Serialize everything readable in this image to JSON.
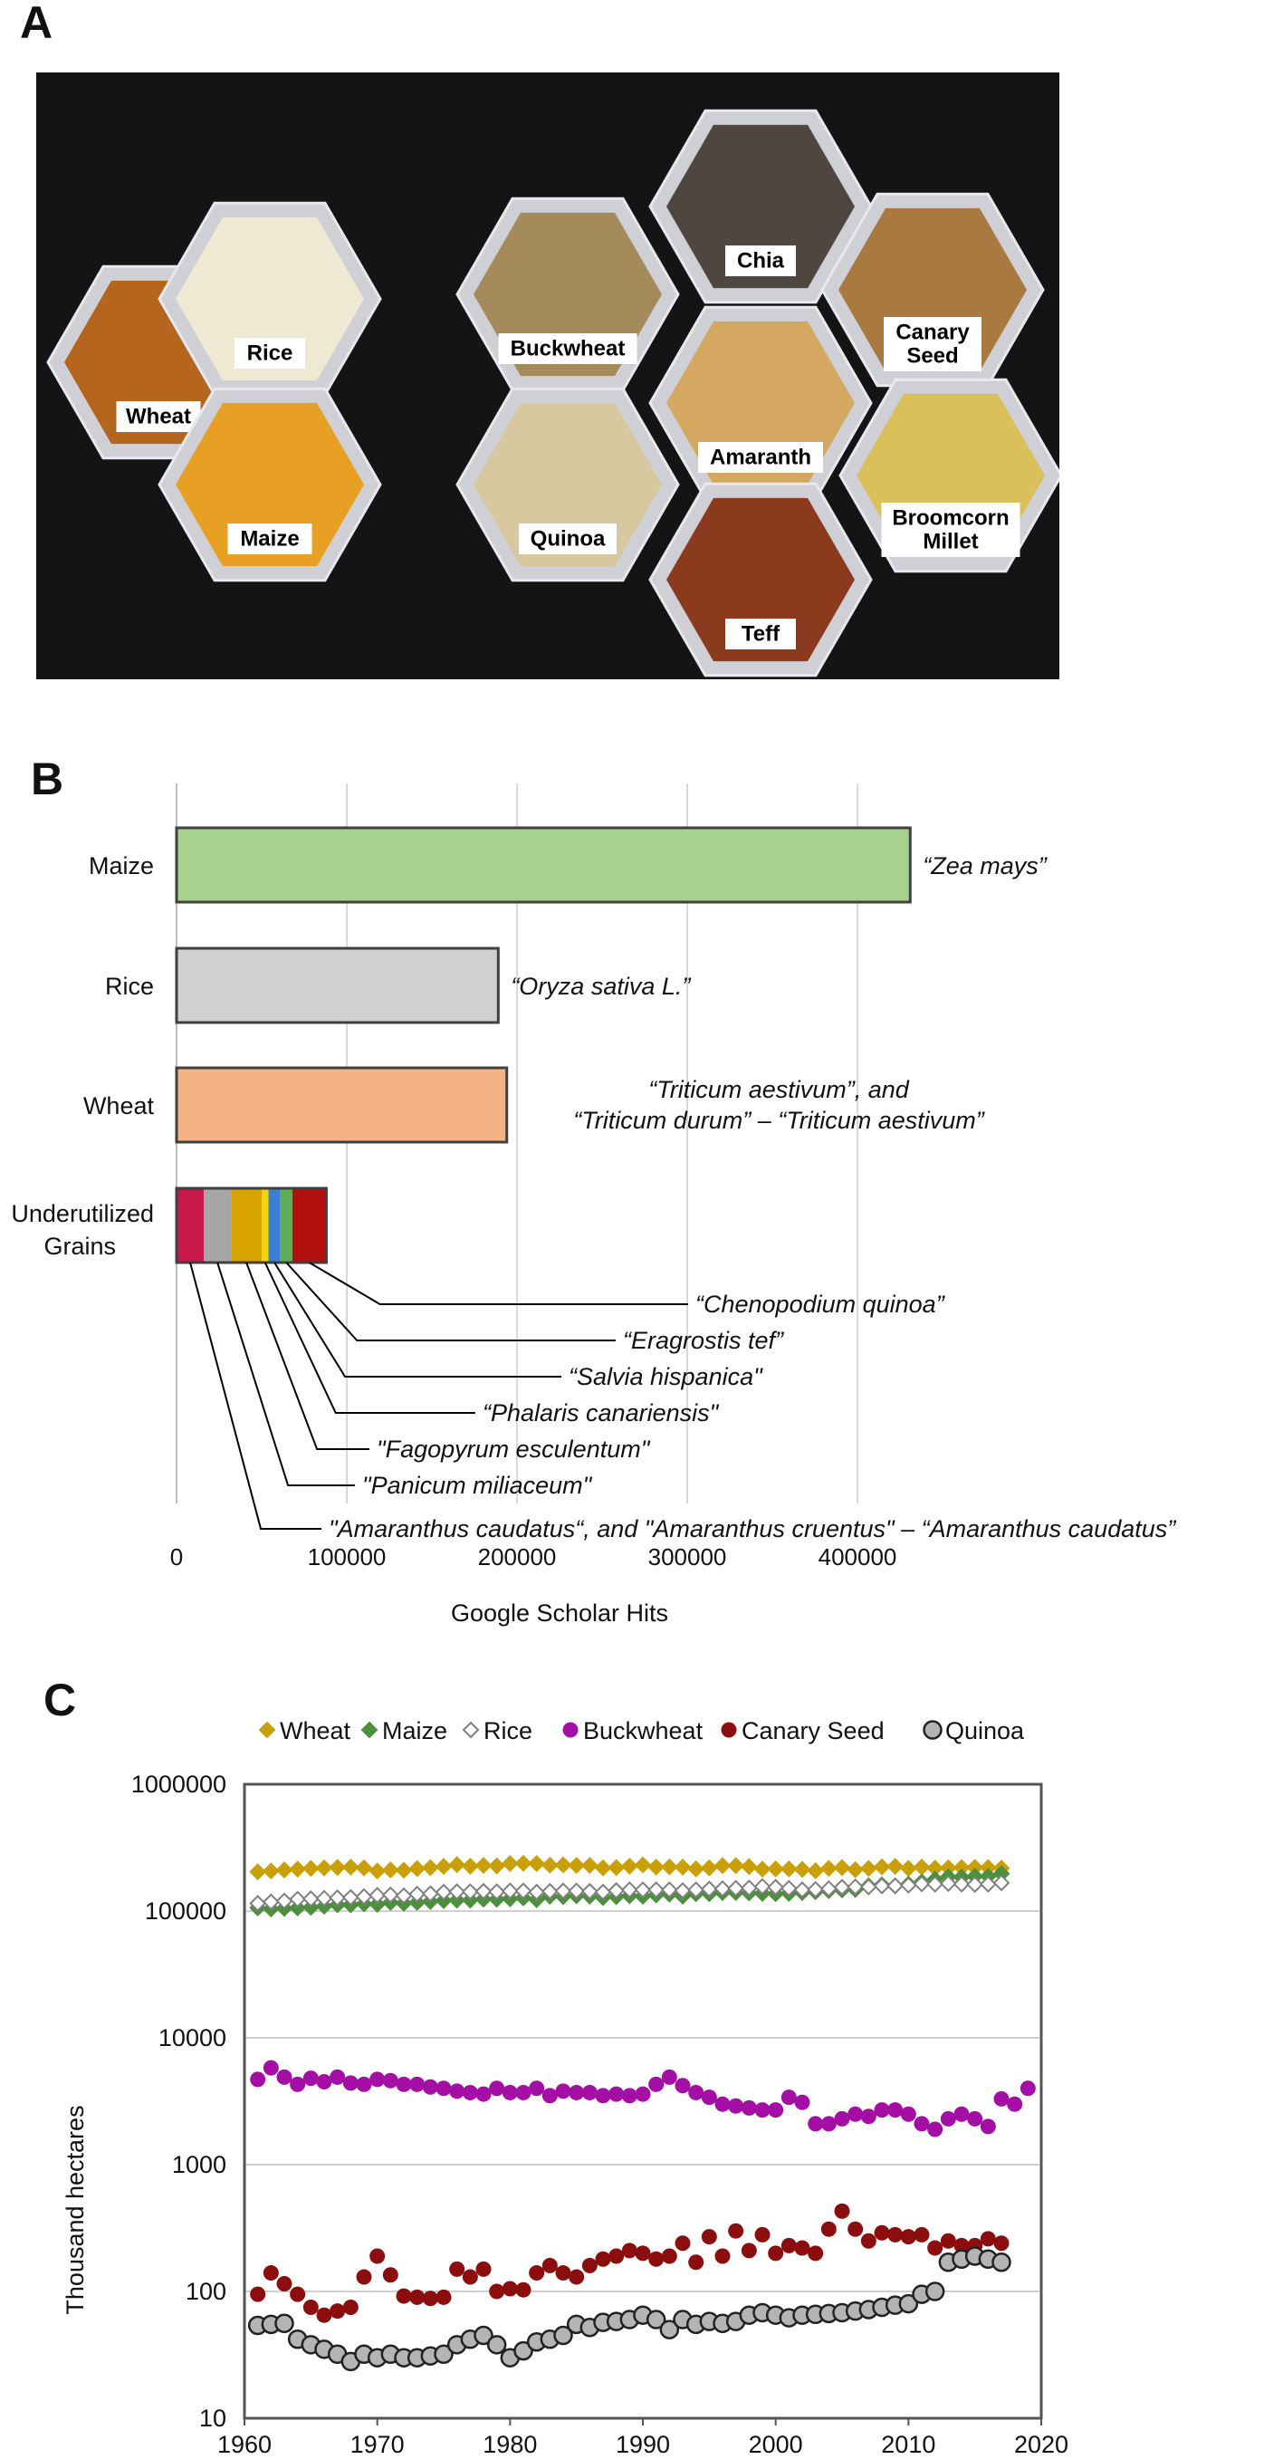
{
  "panels": {
    "a": "A",
    "b": "B",
    "c": "C"
  },
  "photo": {
    "cells": [
      {
        "label": "Wheat",
        "fill": "#b5651d"
      },
      {
        "label": "Rice",
        "fill": "#efe8d2"
      },
      {
        "label": "Maize",
        "fill": "#e7a024"
      },
      {
        "label": "Buckwheat",
        "fill": "#a58a5c"
      },
      {
        "label": "Chia",
        "fill": "#4e463f"
      },
      {
        "label": "Canary Seed",
        "fill": "#a97a3f"
      },
      {
        "label": "Amaranth",
        "fill": "#d4a860"
      },
      {
        "label": "Quinoa",
        "fill": "#d8c8a0"
      },
      {
        "label": "Broomcorn Millet",
        "fill": "#d9c05b"
      },
      {
        "label": "Teff",
        "fill": "#8b3a1e"
      }
    ]
  },
  "chart_data": [
    {
      "type": "bar",
      "orientation": "horizontal",
      "categories": [
        "Maize",
        "Rice",
        "Wheat",
        "Underutilized Grains"
      ],
      "values": [
        431000,
        189000,
        194000,
        88000
      ],
      "colors": [
        "#a9d18e",
        "#d0d0d0",
        "#f4b183",
        null
      ],
      "bar_annotations": [
        "“Zea mays”",
        "“Oryza sativa L.”",
        "“Triticum aestivum”, and\n“Triticum durum” – “Triticum aestivum”",
        ""
      ],
      "stack": {
        "category": "Underutilized Grains",
        "segments": [
          {
            "value": 16000,
            "color": "#c9184a",
            "label": "\"Amaranthus caudatus“, and \"Amaranthus cruentus\" – “Amaranthus caudatus”"
          },
          {
            "value": 16000,
            "color": "#a6a6a6",
            "label": "\"Panicum miliaceum\""
          },
          {
            "value": 18000,
            "color": "#d9a400",
            "label": "\"Fagopyrum esculentum\""
          },
          {
            "value": 4000,
            "color": "#f2d600",
            "label": "“Phalaris canariensis\""
          },
          {
            "value": 7000,
            "color": "#3a7fd5",
            "label": "“Salvia hispanica\""
          },
          {
            "value": 7000,
            "color": "#5fae57",
            "label": "“Eragrostis tef”"
          },
          {
            "value": 20000,
            "color": "#b10e0e",
            "label": "“Chenopodium quinoa”"
          }
        ]
      },
      "xlabel": "Google Scholar Hits",
      "xlim": [
        0,
        450000
      ],
      "xticks": [
        0,
        100000,
        200000,
        300000,
        400000
      ],
      "xtick_labels": [
        "0",
        "100000",
        "200000",
        "300000",
        "400000"
      ],
      "grid": true
    },
    {
      "type": "scatter",
      "ylabel": "Thousand hectares",
      "y_scale": "log",
      "ylim": [
        10,
        1000000
      ],
      "yticks": [
        10,
        100,
        1000,
        10000,
        100000,
        1000000
      ],
      "ytick_labels": [
        "10",
        "100",
        "1000",
        "10000",
        "100000",
        "1000000"
      ],
      "xlim": [
        1960,
        2020
      ],
      "xticks": [
        1960,
        1970,
        1980,
        1990,
        2000,
        2010,
        2020
      ],
      "xtick_labels": [
        "1960",
        "1970",
        "1980",
        "1990",
        "2000",
        "2010",
        "2020"
      ],
      "legend_position": "top",
      "grid": "horizontal",
      "x": [
        1961,
        1962,
        1963,
        1964,
        1965,
        1966,
        1967,
        1968,
        1969,
        1970,
        1971,
        1972,
        1973,
        1974,
        1975,
        1976,
        1977,
        1978,
        1979,
        1980,
        1981,
        1982,
        1983,
        1984,
        1985,
        1986,
        1987,
        1988,
        1989,
        1990,
        1991,
        1992,
        1993,
        1994,
        1995,
        1996,
        1997,
        1998,
        1999,
        2000,
        2001,
        2002,
        2003,
        2004,
        2005,
        2006,
        2007,
        2008,
        2009,
        2010,
        2011,
        2012,
        2013,
        2014,
        2015,
        2016,
        2017
      ],
      "series": [
        {
          "name": "Wheat",
          "marker": "diamond",
          "color": "#c9a00a",
          "values": [
            204000,
            207000,
            211000,
            214000,
            217000,
            219000,
            221000,
            222000,
            219000,
            207000,
            211000,
            210000,
            216000,
            220000,
            225000,
            232000,
            226000,
            229000,
            227000,
            237000,
            238000,
            237000,
            230000,
            231000,
            229000,
            229000,
            219000,
            220000,
            226000,
            231000,
            222000,
            223000,
            222000,
            215000,
            219000,
            228000,
            228000,
            224000,
            214000,
            215000,
            215000,
            213000,
            208000,
            217000,
            220000,
            212000,
            217000,
            223000,
            225000,
            217000,
            222000,
            218000,
            219000,
            220000,
            221000,
            220000,
            218000
          ]
        },
        {
          "name": "Maize",
          "marker": "diamond",
          "color": "#4c8f3c",
          "values": [
            106000,
            104000,
            105000,
            106000,
            107000,
            109000,
            112000,
            112000,
            114000,
            113000,
            117000,
            115000,
            117000,
            119000,
            121000,
            122000,
            122000,
            124000,
            124000,
            125000,
            127000,
            123000,
            131000,
            130000,
            132000,
            131000,
            128000,
            130000,
            132000,
            131000,
            134000,
            136000,
            131000,
            137000,
            137000,
            140000,
            140000,
            139000,
            138000,
            137000,
            138000,
            140000,
            142000,
            145000,
            147000,
            148000,
            158000,
            161000,
            158000,
            163000,
            170000,
            178000,
            186000,
            185000,
            188000,
            188000,
            197000
          ]
        },
        {
          "name": "Rice",
          "marker": "diamond-open",
          "color": "#7f7f7f",
          "values": [
            115000,
            118000,
            120000,
            124000,
            125000,
            126000,
            127000,
            128000,
            130000,
            133000,
            134000,
            132000,
            136000,
            137000,
            141000,
            142000,
            142000,
            143000,
            142000,
            144000,
            144000,
            141000,
            143000,
            144000,
            144000,
            143000,
            141000,
            145000,
            147000,
            147000,
            147000,
            147000,
            145000,
            147000,
            149000,
            150000,
            151000,
            152000,
            156000,
            154000,
            151000,
            147000,
            148000,
            150000,
            154000,
            155000,
            155000,
            158000,
            158000,
            160000,
            164000,
            163000,
            165000,
            163000,
            162000,
            163000,
            167000
          ]
        },
        {
          "name": "Buckwheat",
          "marker": "circle",
          "color": "#a50ea5",
          "values": [
            4700,
            5800,
            4900,
            4300,
            4800,
            4500,
            4900,
            4400,
            4300,
            4700,
            4600,
            4300,
            4300,
            4100,
            4000,
            3800,
            3700,
            3600,
            4000,
            3700,
            3700,
            4000,
            3500,
            3800,
            3700,
            3700,
            3500,
            3600,
            3500,
            3600,
            4300,
            4900,
            4200,
            3700,
            3400,
            3000,
            2900,
            2800,
            2700,
            2700,
            3400,
            3100,
            2100,
            2100,
            2300,
            2500,
            2400,
            2700,
            2700,
            2500,
            2100,
            1900,
            2300,
            2500,
            2300,
            2000,
            3300,
            3000,
            4000
          ]
        },
        {
          "name": "Canary Seed",
          "marker": "circle",
          "color": "#8b0d0d",
          "values": [
            95,
            140,
            115,
            95,
            75,
            65,
            70,
            75,
            130,
            190,
            135,
            92,
            90,
            88,
            90,
            150,
            130,
            150,
            100,
            105,
            103,
            140,
            160,
            140,
            130,
            160,
            180,
            190,
            210,
            200,
            180,
            190,
            240,
            170,
            270,
            190,
            300,
            210,
            280,
            200,
            230,
            220,
            200,
            310,
            430,
            310,
            250,
            290,
            280,
            270,
            280,
            220,
            250,
            230,
            230,
            260,
            240
          ]
        },
        {
          "name": "Quinoa",
          "marker": "circle-open",
          "color": "#404040",
          "values": [
            54,
            55,
            56,
            42,
            38,
            35,
            32,
            28,
            32,
            30,
            32,
            30,
            30,
            31,
            32,
            38,
            42,
            45,
            38,
            30,
            34,
            40,
            42,
            45,
            55,
            52,
            57,
            58,
            60,
            65,
            60,
            50,
            60,
            55,
            58,
            56,
            58,
            65,
            68,
            65,
            62,
            65,
            66,
            67,
            68,
            70,
            72,
            75,
            78,
            80,
            95,
            100,
            170,
            180,
            190,
            180,
            170
          ]
        }
      ]
    }
  ]
}
